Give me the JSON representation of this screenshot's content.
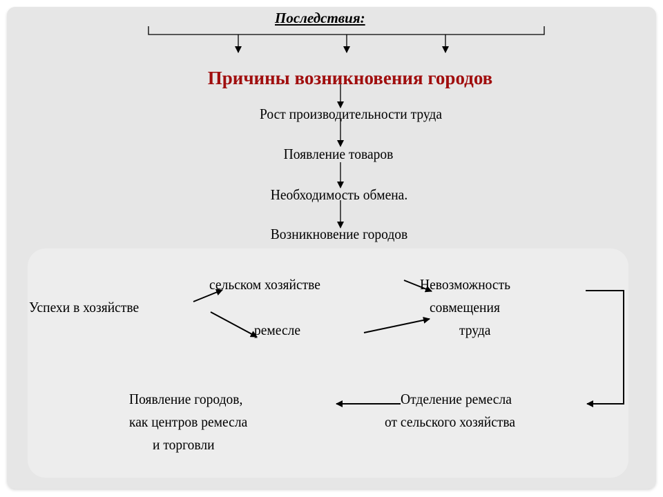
{
  "consequences_label": "Последствия:",
  "title": "Причины возникновения городов",
  "title_color": "#a00e0e",
  "chain": [
    "Рост производительности труда",
    "Появление товаров",
    "Необходимость обмена.",
    "Возникновение городов"
  ],
  "lower": {
    "success": "Успехи в хозяйстве",
    "agriculture": "сельском хозяйстве",
    "craft": "ремесле",
    "impossibility": [
      "Невозможность",
      "совмещения",
      "труда"
    ],
    "separation": [
      "Отделение ремесла",
      "от сельского хозяйства"
    ],
    "cities": [
      "Появление городов,",
      "как центров ремесла",
      "и торговли"
    ]
  }
}
